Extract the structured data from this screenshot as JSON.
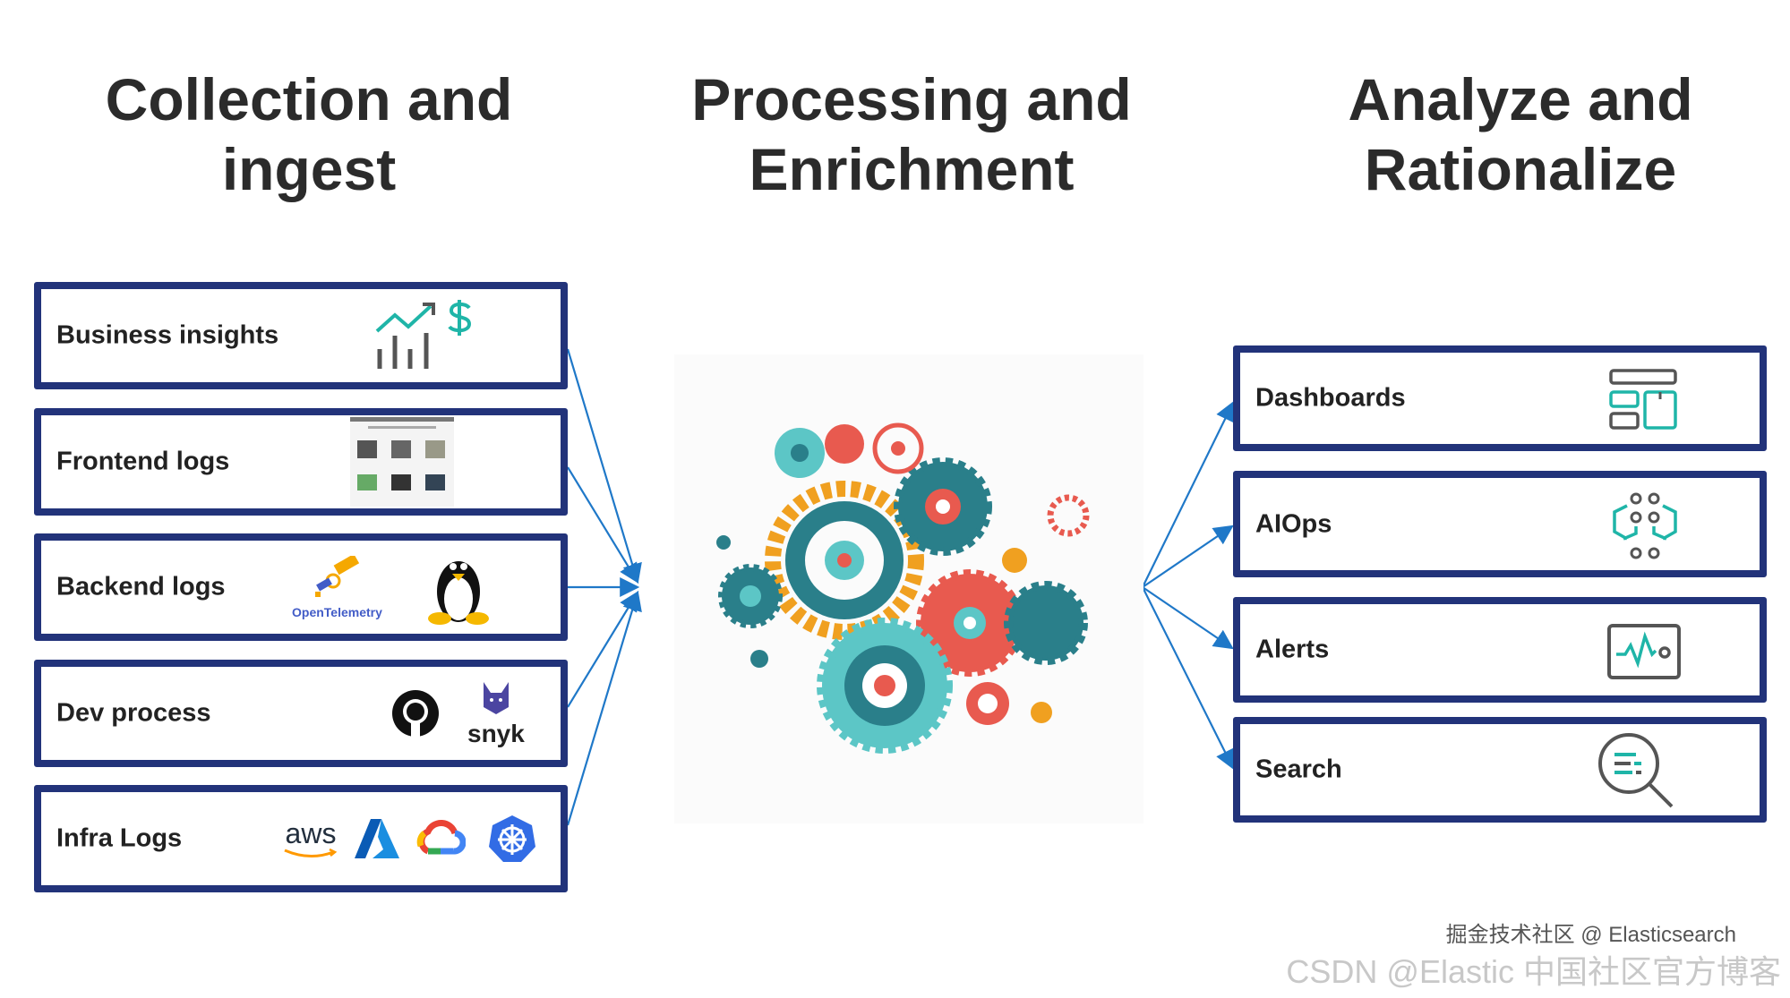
{
  "columns": [
    {
      "title_line1": "Collection and",
      "title_line2": "ingest"
    },
    {
      "title_line1": "Processing and",
      "title_line2": "Enrichment"
    },
    {
      "title_line1": "Analyze and",
      "title_line2": "Rationalize"
    }
  ],
  "sources": [
    {
      "label": "Business insights",
      "icons": [
        "chart-dollar-icon"
      ]
    },
    {
      "label": "Frontend logs",
      "icons": [
        "webshop-screenshot"
      ]
    },
    {
      "label": "Backend logs",
      "icons": [
        "opentelemetry-logo",
        "linux-tux-logo"
      ],
      "otel_text": "OpenTelemetry"
    },
    {
      "label": "Dev process",
      "icons": [
        "github-logo",
        "snyk-logo"
      ],
      "snyk_text": "snyk"
    },
    {
      "label": "Infra Logs",
      "icons": [
        "aws-logo",
        "azure-logo",
        "google-cloud-logo",
        "kubernetes-logo"
      ],
      "aws_text": "aws"
    }
  ],
  "outputs": [
    {
      "label": "Dashboards",
      "icon": "dashboard-icon"
    },
    {
      "label": "AIOps",
      "icon": "aiops-icon"
    },
    {
      "label": "Alerts",
      "icon": "alerts-monitor-icon"
    },
    {
      "label": "Search",
      "icon": "search-magnifier-icon"
    }
  ],
  "center_image": "gears-illustration",
  "colors": {
    "box_border": "#22337a",
    "arrow": "#1f78c8",
    "teal": "#1fb5a8"
  },
  "watermark": {
    "main": "CSDN @Elastic 中国社区官方博客",
    "overlay": "掘金技术社区 @ Elasticsearch"
  }
}
